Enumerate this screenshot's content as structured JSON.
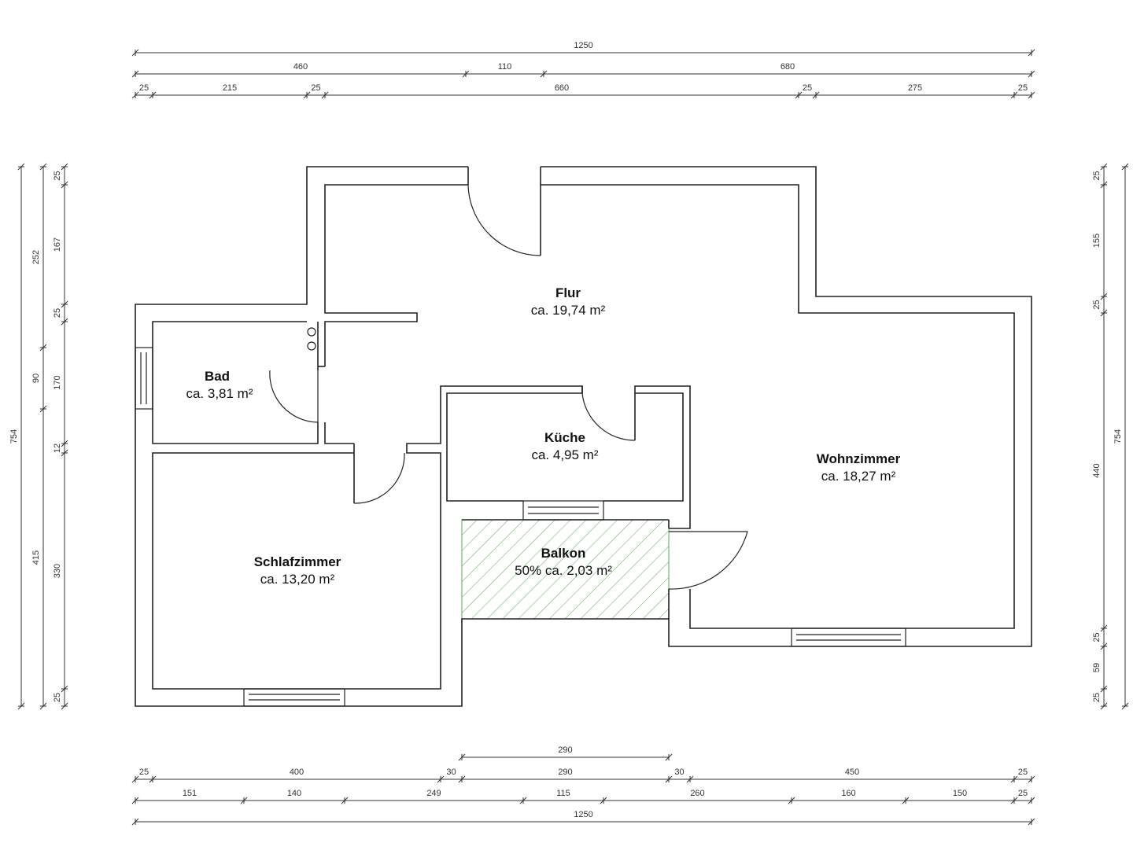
{
  "rooms": {
    "flur": {
      "name": "Flur",
      "area": "ca. 19,74 m²"
    },
    "bad": {
      "name": "Bad",
      "area": "ca. 3,81 m²"
    },
    "kueche": {
      "name": "Küche",
      "area": "ca. 4,95 m²"
    },
    "wohnzimmer": {
      "name": "Wohnzimmer",
      "area": "ca. 18,27 m²"
    },
    "schlafzimmer": {
      "name": "Schlafzimmer",
      "area": "ca. 13,20 m²"
    },
    "balkon": {
      "name": "Balkon",
      "area": "50% ca. 2,03 m²"
    }
  },
  "dimensions": {
    "top": {
      "row1": [
        "1250"
      ],
      "row2": [
        "460",
        "110",
        "680"
      ],
      "row3": [
        "25",
        "215",
        "25",
        "660",
        "25",
        "275",
        "25"
      ]
    },
    "bottom": {
      "balkon": [
        "290"
      ],
      "row1": [
        "25",
        "400",
        "30",
        "290",
        "30",
        "450",
        "25"
      ],
      "row2": [
        "151",
        "140",
        "249",
        "115",
        "260",
        "160",
        "150",
        "25"
      ],
      "row3": [
        "1250"
      ]
    },
    "left": {
      "outer": [
        "754"
      ],
      "middle": [
        "252",
        "90",
        "415"
      ],
      "inner": [
        "25",
        "167",
        "25",
        "170",
        "12",
        "330",
        "25"
      ]
    },
    "right": {
      "outer": [
        "754"
      ],
      "inner": [
        "25",
        "155",
        "25",
        "440",
        "25",
        "59",
        "25"
      ]
    }
  },
  "colors": {
    "walls": "#222222",
    "balkon_hatch": "#5aa85a",
    "dimension_lines": "#333333"
  }
}
